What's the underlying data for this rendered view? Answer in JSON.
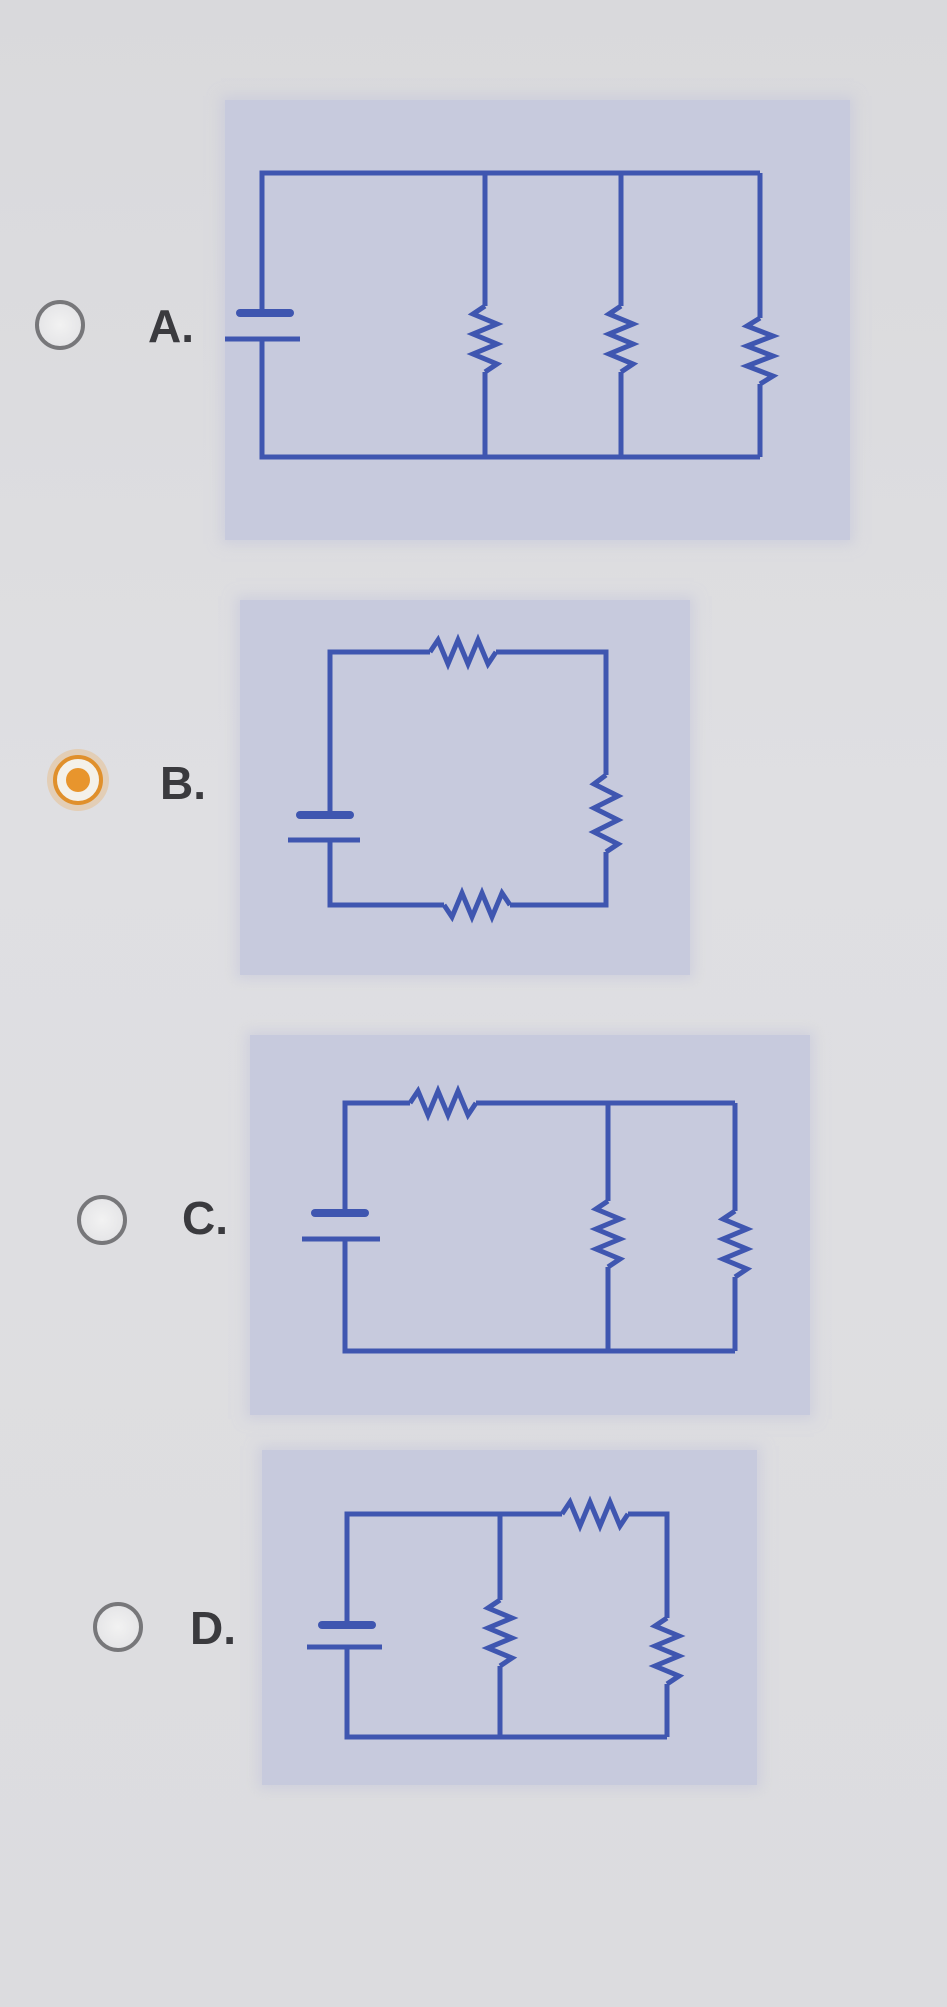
{
  "options": [
    {
      "label": "A.",
      "selected": false
    },
    {
      "label": "B.",
      "selected": true
    },
    {
      "label": "C.",
      "selected": false
    },
    {
      "label": "D.",
      "selected": false
    }
  ],
  "colors": {
    "wire": "#3f56b0",
    "panel": "#c7cadd",
    "selected_radio": "#e8952d",
    "background": "#dcdcdf"
  }
}
